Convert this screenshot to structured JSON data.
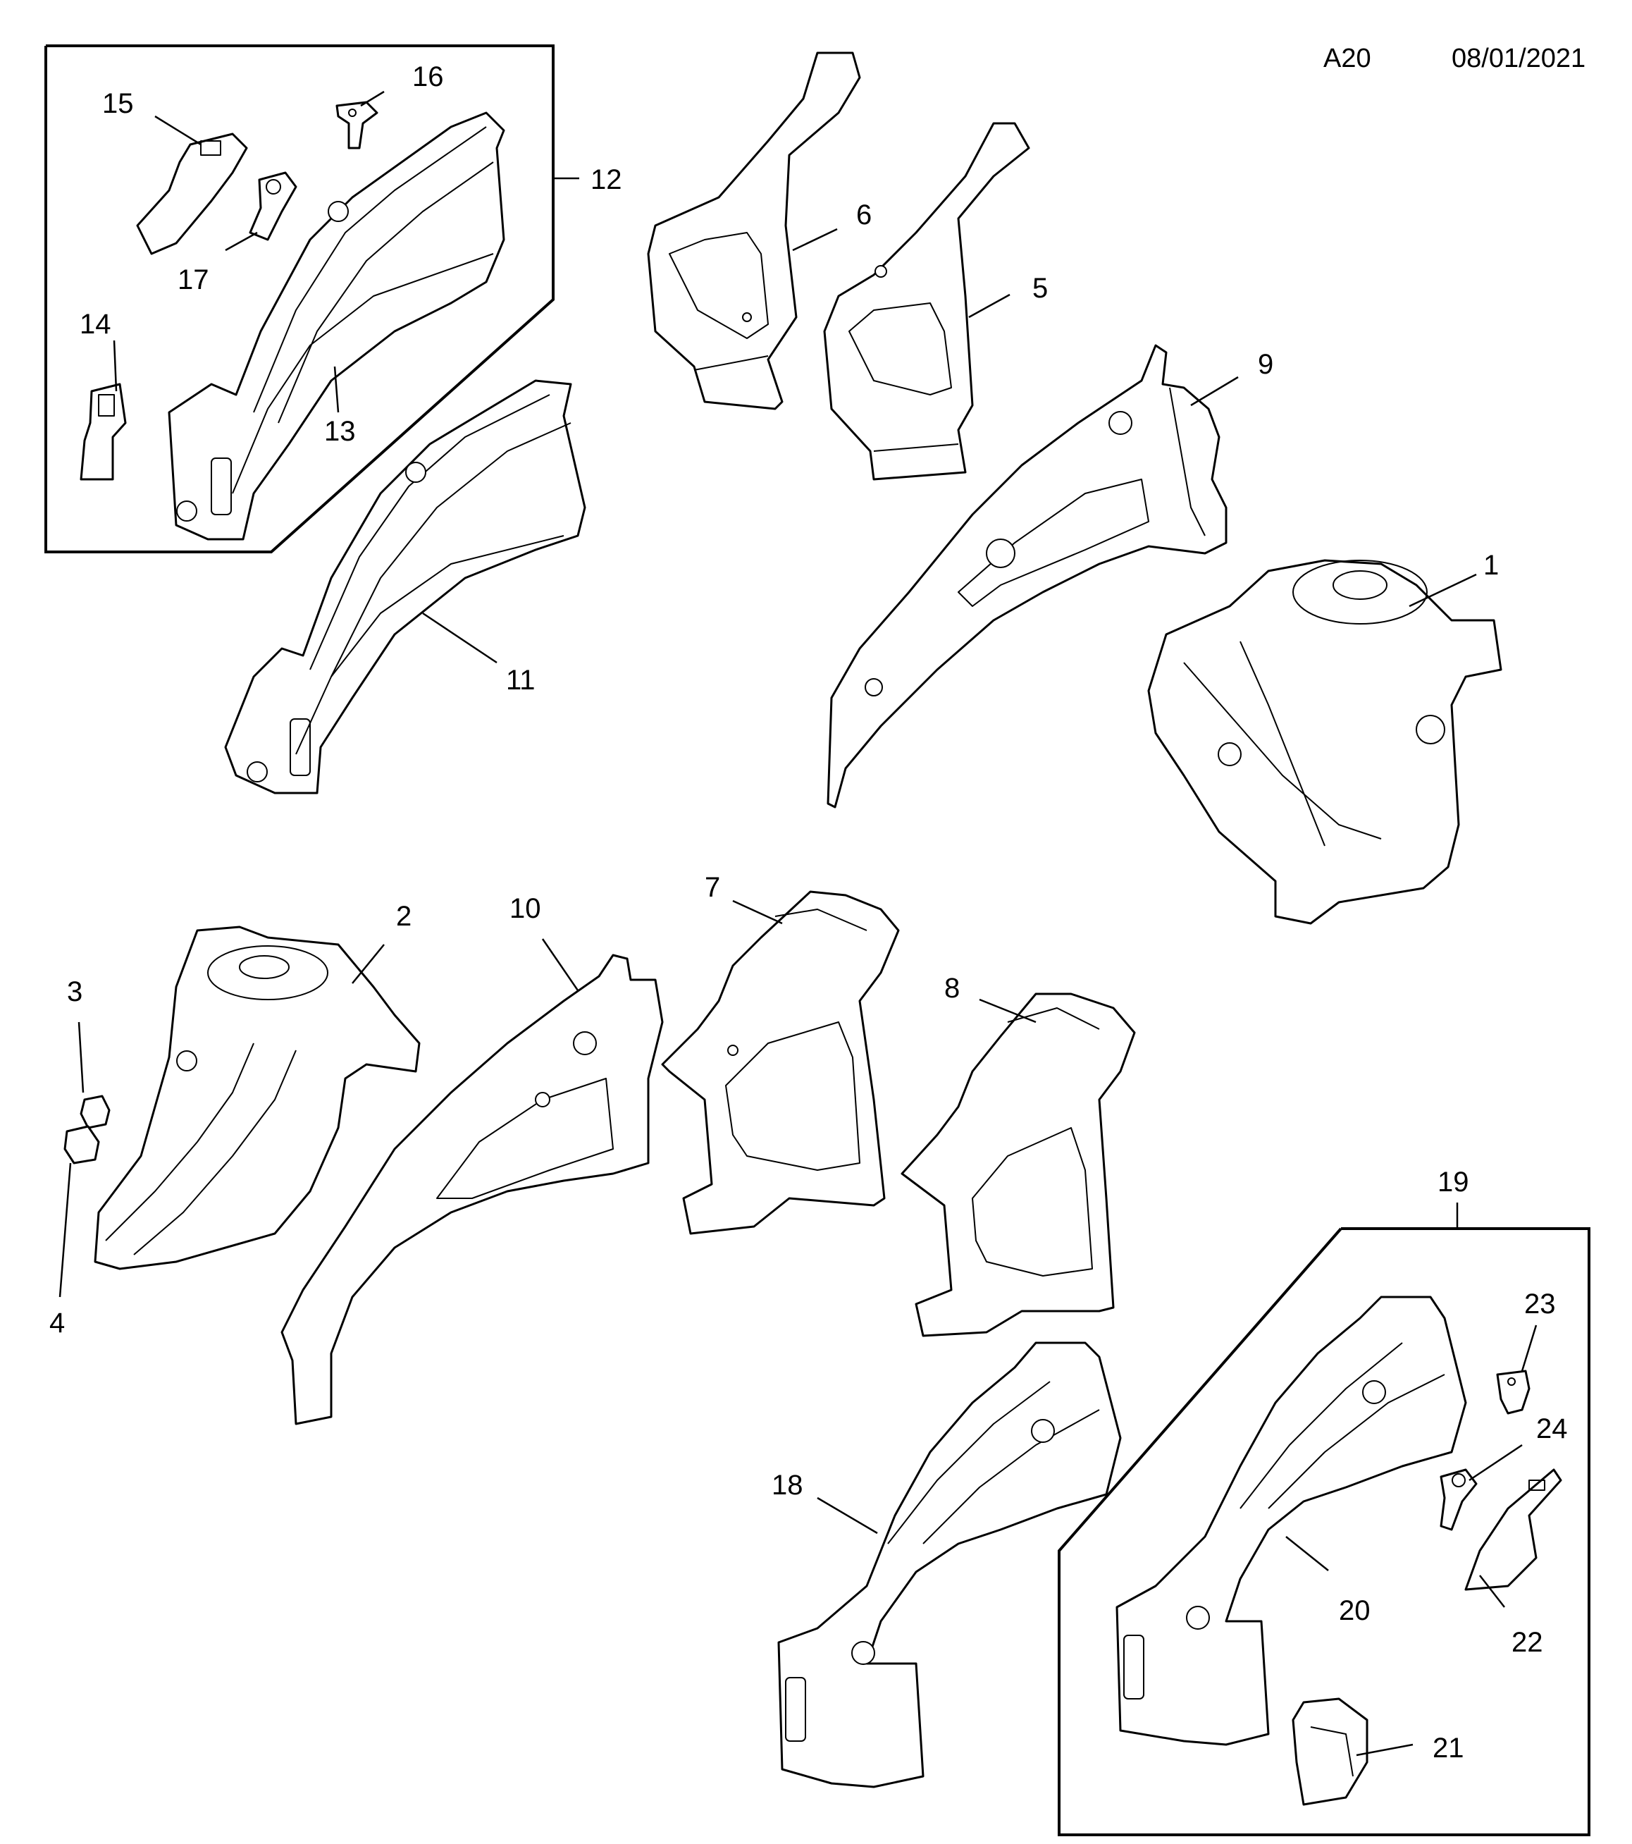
{
  "header": {
    "code": "A20",
    "date": "08/01/2021"
  },
  "callouts": {
    "c1": "1",
    "c2": "2",
    "c3": "3",
    "c4": "4",
    "c5": "5",
    "c6": "6",
    "c7": "7",
    "c8": "8",
    "c9": "9",
    "c10": "10",
    "c11": "11",
    "c12": "12",
    "c13": "13",
    "c14": "14",
    "c15": "15",
    "c16": "16",
    "c17": "17",
    "c18": "18",
    "c19": "19",
    "c20": "20",
    "c21": "21",
    "c22": "22",
    "c23": "23",
    "c24": "24"
  }
}
